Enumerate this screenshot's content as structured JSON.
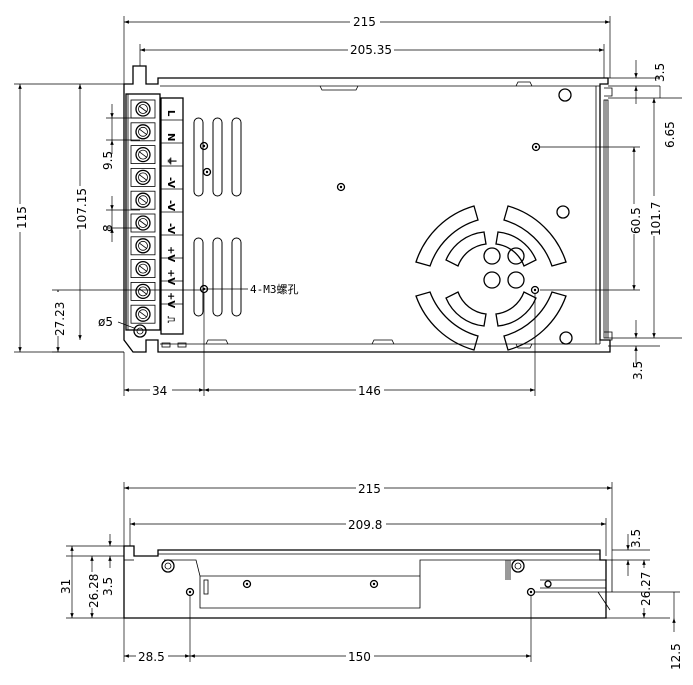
{
  "top_view": {
    "dimensions": {
      "overall_width": "215",
      "hole_span_width": "205.35",
      "overall_height": "115",
      "terminal_span": "107.15",
      "terminal_pitch": "9.5",
      "terminal_gap": "8",
      "bottom_to_hole": "27.23",
      "top_offset": "3.5",
      "top_hole_offset": "6.65",
      "inner_hole_span": "60.5",
      "outer_hole_span": "101.7",
      "bottom_offset": "3.5",
      "left_hole_x": "34",
      "hole_spacing_x": "146"
    },
    "hole_diameter": "ø5",
    "mount_note": "4-M3螺孔",
    "terminal_labels": [
      "L",
      "N",
      "⏚",
      "-V",
      "-V",
      "-V",
      "+V",
      "+V",
      "+V",
      "⎍"
    ]
  },
  "side_view": {
    "dimensions": {
      "overall_width": "215",
      "inner_width": "209.8",
      "height": "31",
      "height_inner": "26.28",
      "bottom_offset": "3.5",
      "top_offset_right": "3.5",
      "right_height": "26.27",
      "right_hole_height": "12.5",
      "left_hole_x": "28.5",
      "hole_spacing_x": "150"
    }
  }
}
